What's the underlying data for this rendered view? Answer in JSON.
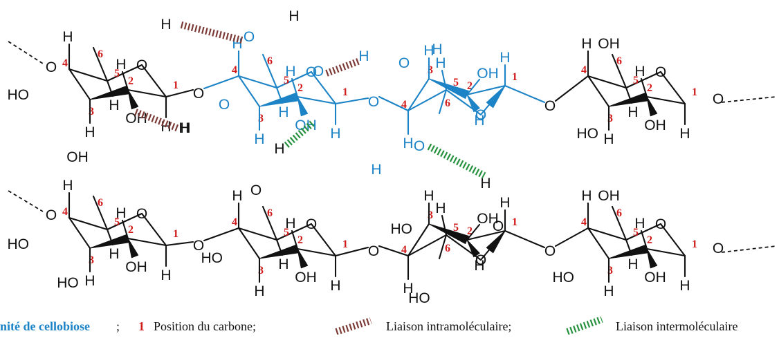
{
  "atoms": {
    "O": "O",
    "H": "H",
    "OH": "OH",
    "HO": "HO"
  },
  "carbon_numbers": [
    "1",
    "2",
    "3",
    "4",
    "5",
    "6"
  ],
  "legend": {
    "unit_label": "nité de cellobiose",
    "separator": ";",
    "carbon_number": "1",
    "carbon_text": "Position du carbone;",
    "intra_text": "Liaison intramoléculaire;",
    "inter_text": "Liaison intermoléculaire"
  },
  "colors": {
    "text": "#111111",
    "cellobiose_blue": "#1c83c6",
    "carbon_number_red": "#d11b1b",
    "intramolecular_brown": "#7b3a35",
    "intermolecular_green": "#25913d"
  }
}
